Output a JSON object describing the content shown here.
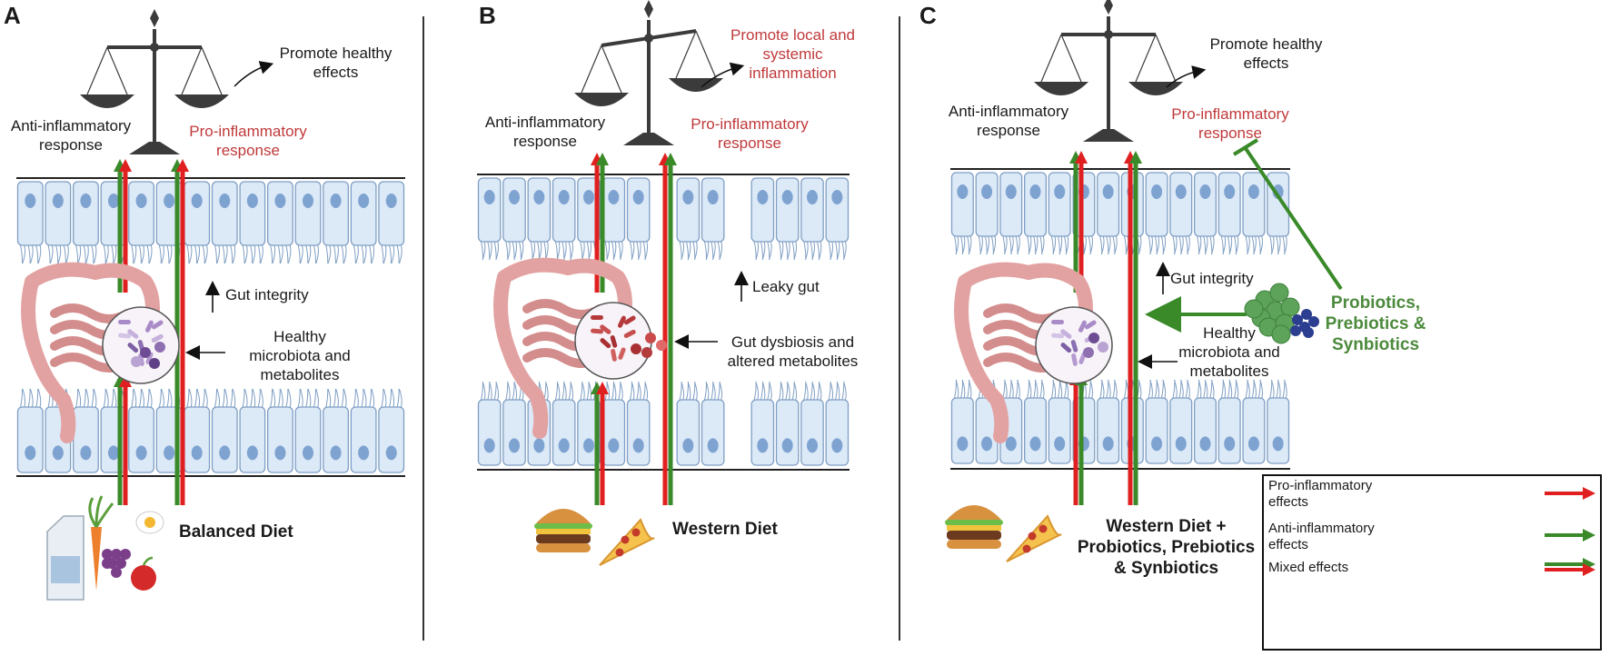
{
  "panels": [
    {
      "letter": "A",
      "anti_label_1": "Anti-inflammatory",
      "anti_label_2": "response",
      "pro_label_1": "Pro-inflammatory",
      "pro_label_2": "response",
      "effect_1": "Promote healthy",
      "effect_2": "effects",
      "integrity_label": "Gut integrity",
      "microbiota_1": "Healthy",
      "microbiota_2": "microbiota and",
      "microbiota_3": "metabolites",
      "diet": "Balanced Diet"
    },
    {
      "letter": "B",
      "anti_label_1": "Anti-inflammatory",
      "anti_label_2": "response",
      "pro_label_1": "Pro-inflammatory",
      "pro_label_2": "response",
      "effect_1": "Promote local and",
      "effect_2": "systemic",
      "effect_3": "inflammation",
      "integrity_label": "Leaky gut",
      "microbiota_1": "Gut dysbiosis and",
      "microbiota_2": "altered metabolites",
      "diet": "Western  Diet"
    },
    {
      "letter": "C",
      "anti_label_1": "Anti-inflammatory",
      "anti_label_2": "response",
      "pro_label_1": "Pro-inflammatory",
      "pro_label_2": "response",
      "effect_1": "Promote healthy",
      "effect_2": "effects",
      "integrity_label": "Gut integrity",
      "microbiota_1": "Healthy",
      "microbiota_2": "microbiota and",
      "microbiota_3": "metabolites",
      "supplement_1": "Probiotics,",
      "supplement_2": "Prebiotics &",
      "supplement_3": "Synbiotics",
      "diet_1": "Western Diet +",
      "diet_2": "Probiotics, Prebiotics",
      "diet_3": "& Synbiotics"
    }
  ],
  "legend": {
    "pro_1": "Pro-inflammatory",
    "pro_2": "effects",
    "anti_1": "Anti-inflammatory",
    "anti_2": "effects",
    "mixed": "Mixed effects"
  },
  "colors": {
    "pro": "#e02020",
    "anti": "#3a8a2a",
    "cell_fill": "#dce9f7",
    "cell_stroke": "#7f9fc4",
    "nucleus": "#7fa3d1",
    "scale": "#3b3b3b",
    "intestine": "#e3a2a2"
  }
}
